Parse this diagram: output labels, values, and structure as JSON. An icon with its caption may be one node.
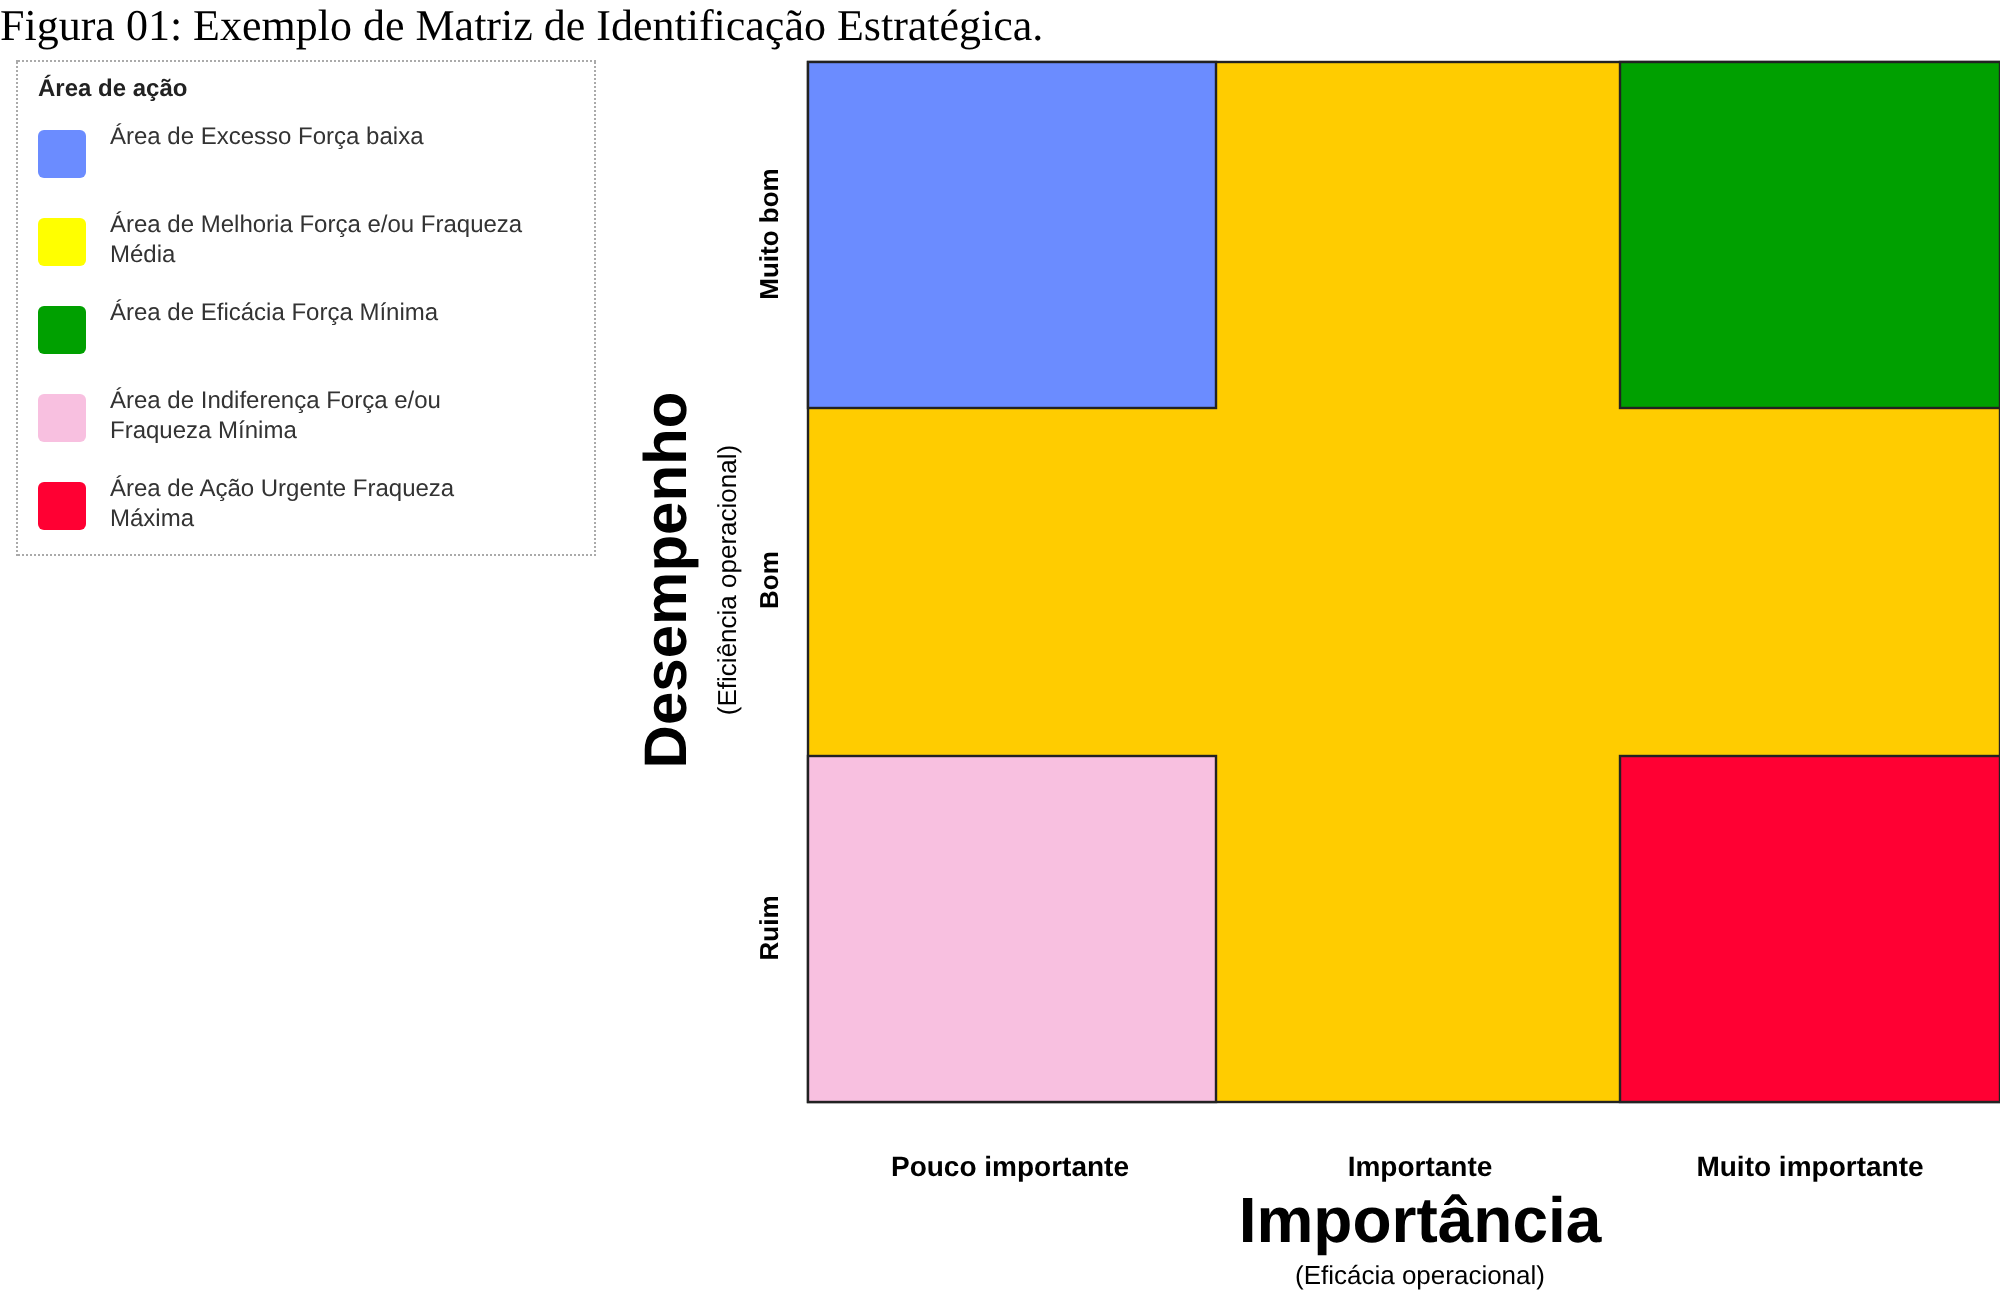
{
  "diagram": {
    "title": "Figura 01: Exemplo de Matriz de Identificação Estratégica.",
    "labels": [
      "Área de ação",
      "Muito bom",
      "Desempenho",
      "(Eficiência operacional)",
      "Bom",
      "Ruim",
      "Pouco importante",
      "Importante",
      "Muito importante",
      "Importância",
      "(Eficácia operacional)"
    ],
    "legend": [
      {
        "text": "Área de Excesso Força baixa",
        "color": "#6b8cff"
      },
      {
        "text": "Área de Melhoria Força e/ou Fraqueza Média",
        "color": "#ffff00"
      },
      {
        "text": "Área de Eficácia Força Mínima",
        "color": "#00a000"
      },
      {
        "text": "Área de Indiferença Força e/ou Fraqueza Mínima",
        "color": "#f8c0e0"
      },
      {
        "text": "Área de Ação Urgente Fraqueza Máxima",
        "color": "#ff0033"
      }
    ]
  }
}
